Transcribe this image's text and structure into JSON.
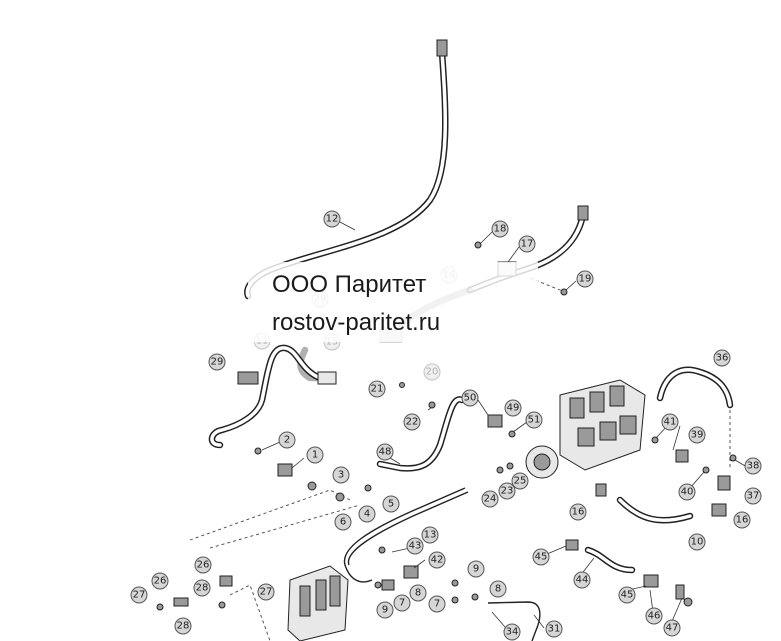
{
  "watermark": {
    "line1": "ООО Паритет",
    "line2": "rostov-paritet.ru"
  },
  "callouts": [
    "12",
    "18",
    "17",
    "19",
    "14",
    "29",
    "11",
    "15",
    "21",
    "20",
    "29",
    "50",
    "49",
    "51",
    "36",
    "22",
    "2",
    "1",
    "48",
    "41",
    "39",
    "38",
    "3",
    "25",
    "23",
    "24",
    "5",
    "4",
    "6",
    "16",
    "40",
    "37",
    "16",
    "13",
    "10",
    "43",
    "42",
    "26",
    "45",
    "26",
    "28",
    "9",
    "8",
    "27",
    "27",
    "9",
    "7",
    "7",
    "8",
    "44",
    "45",
    "46",
    "47",
    "28",
    "34",
    "31"
  ]
}
